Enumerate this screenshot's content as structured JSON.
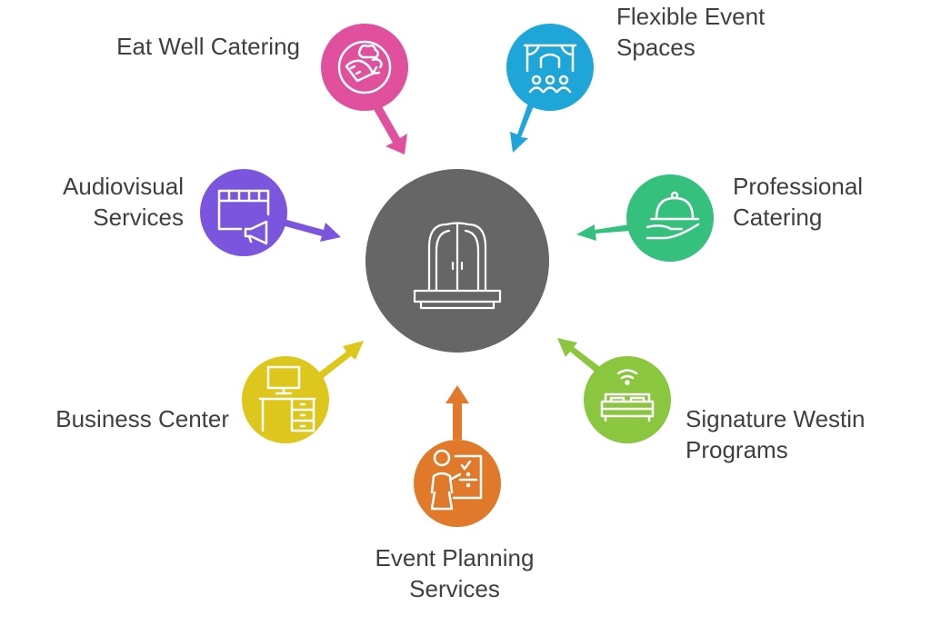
{
  "center": {
    "color": "#666666",
    "icon": "arched-doorway-icon"
  },
  "nodes": [
    {
      "id": "eat-well-catering",
      "label": "Eat Well Catering",
      "color": "#e0509c",
      "icon": "vegetables-plate-icon"
    },
    {
      "id": "flexible-event-spaces",
      "label": "Flexible Event\nSpaces",
      "color": "#1ea6d8",
      "icon": "stage-audience-icon"
    },
    {
      "id": "professional-catering",
      "label": "Professional\nCatering",
      "color": "#36c07e",
      "icon": "cloche-serving-icon"
    },
    {
      "id": "signature-westin-programs",
      "label": "Signature Westin\nPrograms",
      "color": "#8bc63f",
      "icon": "wifi-bed-icon"
    },
    {
      "id": "event-planning-services",
      "label": "Event Planning\nServices",
      "color": "#e07a2a",
      "icon": "presenter-board-icon"
    },
    {
      "id": "business-center",
      "label": "Business Center",
      "color": "#dec71c",
      "icon": "computer-desk-icon"
    },
    {
      "id": "audiovisual-services",
      "label": "Audiovisual\nServices",
      "color": "#7b55dd",
      "icon": "film-megaphone-icon"
    }
  ]
}
